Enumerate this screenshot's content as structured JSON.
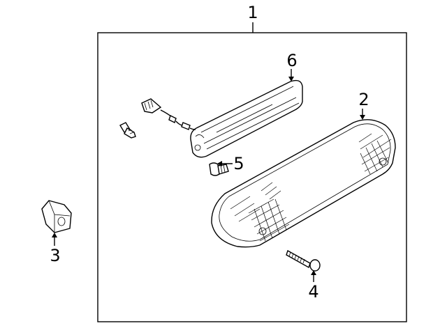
{
  "diagram": {
    "callouts": {
      "c1": "1",
      "c2": "2",
      "c3": "3",
      "c4": "4",
      "c5": "5",
      "c6": "6"
    },
    "colors": {
      "line": "#000000",
      "background": "#ffffff"
    }
  }
}
